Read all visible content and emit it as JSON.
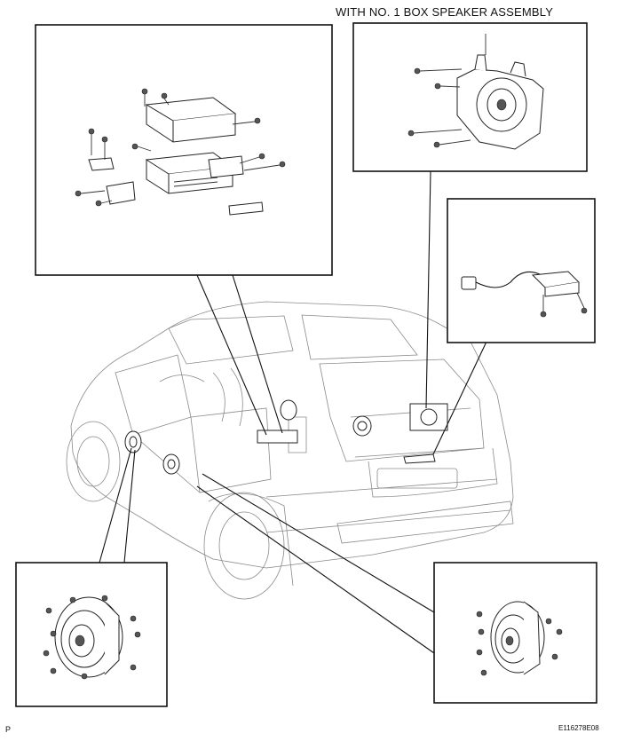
{
  "diagram": {
    "title": "WITH NO. 1 BOX SPEAKER ASSEMBLY",
    "page_marker": "P",
    "figure_code": "E116278E08"
  },
  "panels": [
    {
      "name": "radio-receiver-detail-box"
    },
    {
      "name": "box-speaker-detail-box"
    },
    {
      "name": "connector-bracket-detail-box"
    },
    {
      "name": "front-door-speaker-detail-box"
    },
    {
      "name": "rear-door-speaker-detail-box"
    }
  ]
}
